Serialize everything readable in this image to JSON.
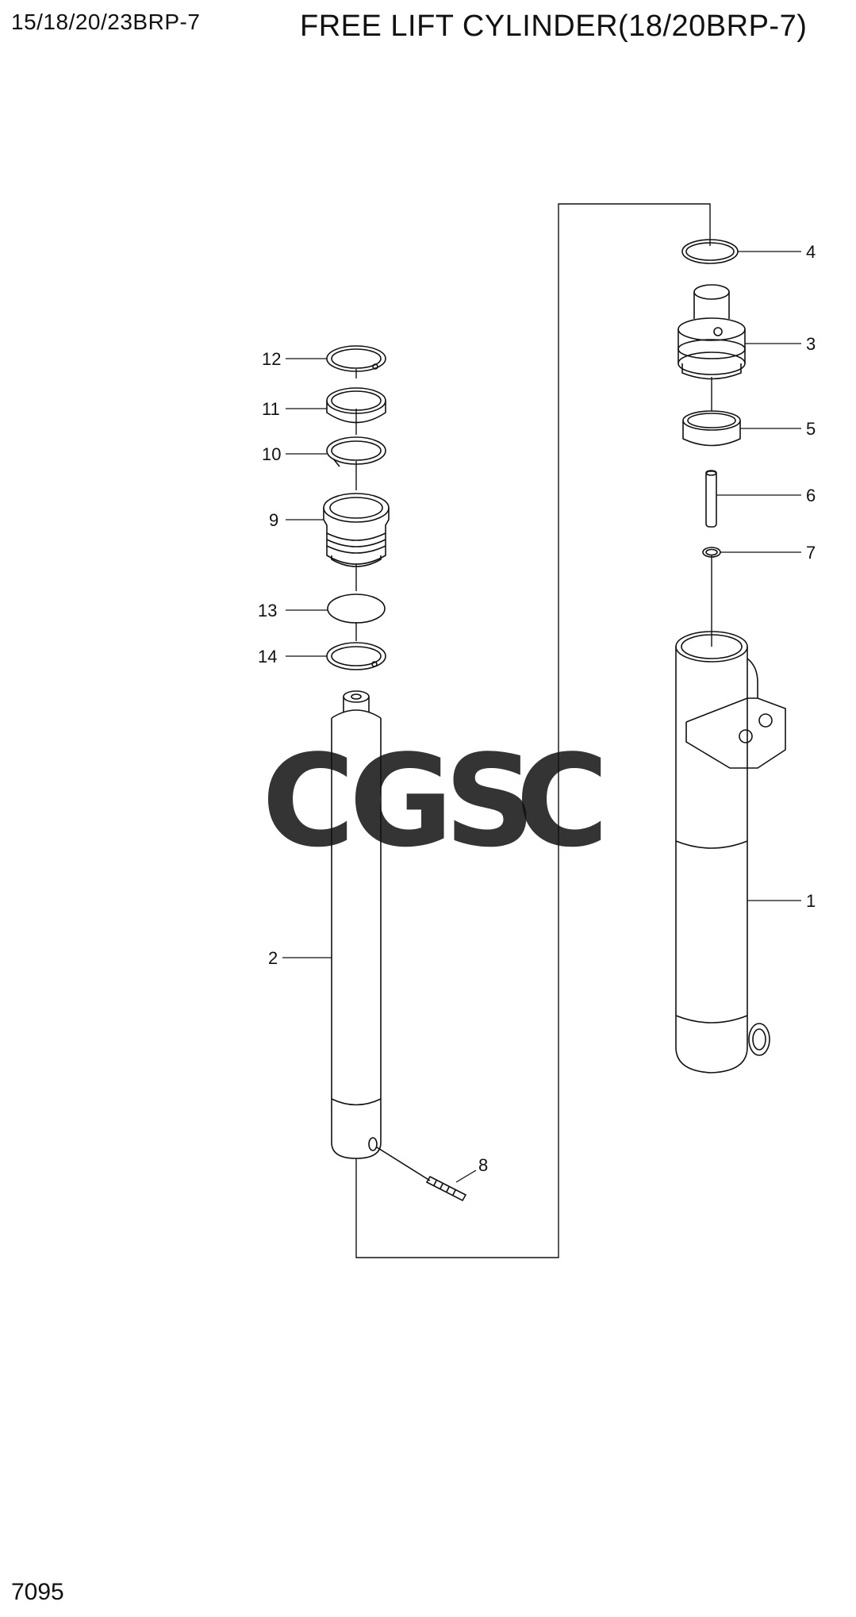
{
  "header": {
    "model": "15/18/20/23BRP-7",
    "title": "FREE LIFT CYLINDER(18/20BRP-7)"
  },
  "footer": {
    "page_number": "7095"
  },
  "watermark": {
    "letters": [
      "C",
      "G",
      "S",
      "C"
    ],
    "colors": [
      "#8ab4f8",
      "#f4a29a",
      "#f9de7a",
      "#8fcfae"
    ]
  },
  "callouts": {
    "p1": "1",
    "p2": "2",
    "p3": "3",
    "p4": "4",
    "p5": "5",
    "p6": "6",
    "p7": "7",
    "p8": "8",
    "p9": "9",
    "p10": "10",
    "p11": "11",
    "p12": "12",
    "p13": "13",
    "p14": "14"
  }
}
